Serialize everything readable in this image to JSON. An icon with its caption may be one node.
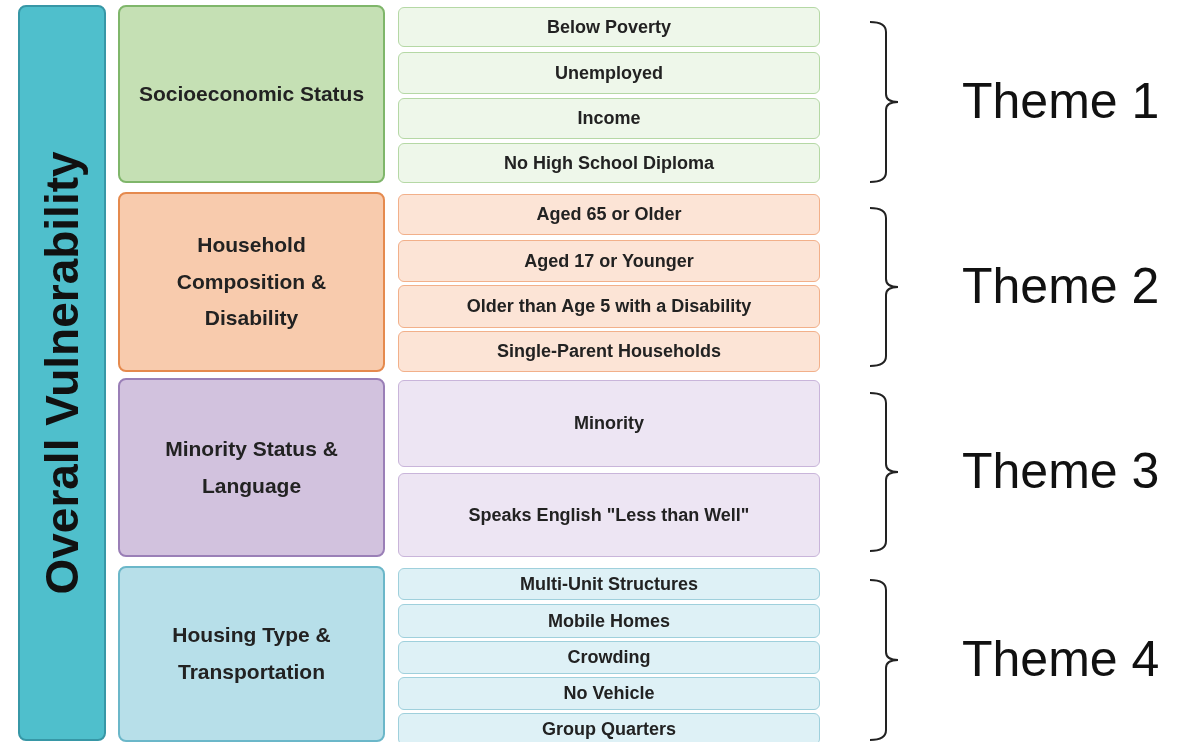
{
  "diagram": {
    "nodes": [
      {
        "text": [
          "Overall Vulnerability"
        ]
      },
      {
        "text": [
          "Socioeconomic Status"
        ]
      },
      {
        "text": [
          "Below Poverty"
        ]
      },
      {
        "text": [
          "Unemployed"
        ]
      },
      {
        "text": [
          "Income"
        ]
      },
      {
        "text": [
          "No High School Diploma"
        ]
      },
      {
        "text": [
          "Household Composition & Disability"
        ]
      },
      {
        "text": [
          "Aged 65 or Older"
        ]
      },
      {
        "text": [
          "Aged 17 or Younger"
        ]
      },
      {
        "text": [
          "Older than Age 5 with a Disability"
        ]
      },
      {
        "text": [
          "Single-Parent Households"
        ]
      },
      {
        "text": [
          "Minority Status & Language"
        ]
      },
      {
        "text": [
          "Minority"
        ]
      },
      {
        "text": [
          "Speaks English \"Less than Well\""
        ]
      },
      {
        "text": [
          "Housing Type & Transportation"
        ]
      },
      {
        "text": [
          "Multi-Unit Structures"
        ]
      },
      {
        "text": [
          "Mobile Homes"
        ]
      },
      {
        "text": [
          "Crowding"
        ]
      },
      {
        "text": [
          "No Vehicle"
        ]
      },
      {
        "text": [
          "Group Quarters"
        ]
      }
    ],
    "edges": [],
    "labels": [
      "Theme 1",
      "Theme 2",
      "Theme 3",
      "Theme 4"
    ]
  }
}
